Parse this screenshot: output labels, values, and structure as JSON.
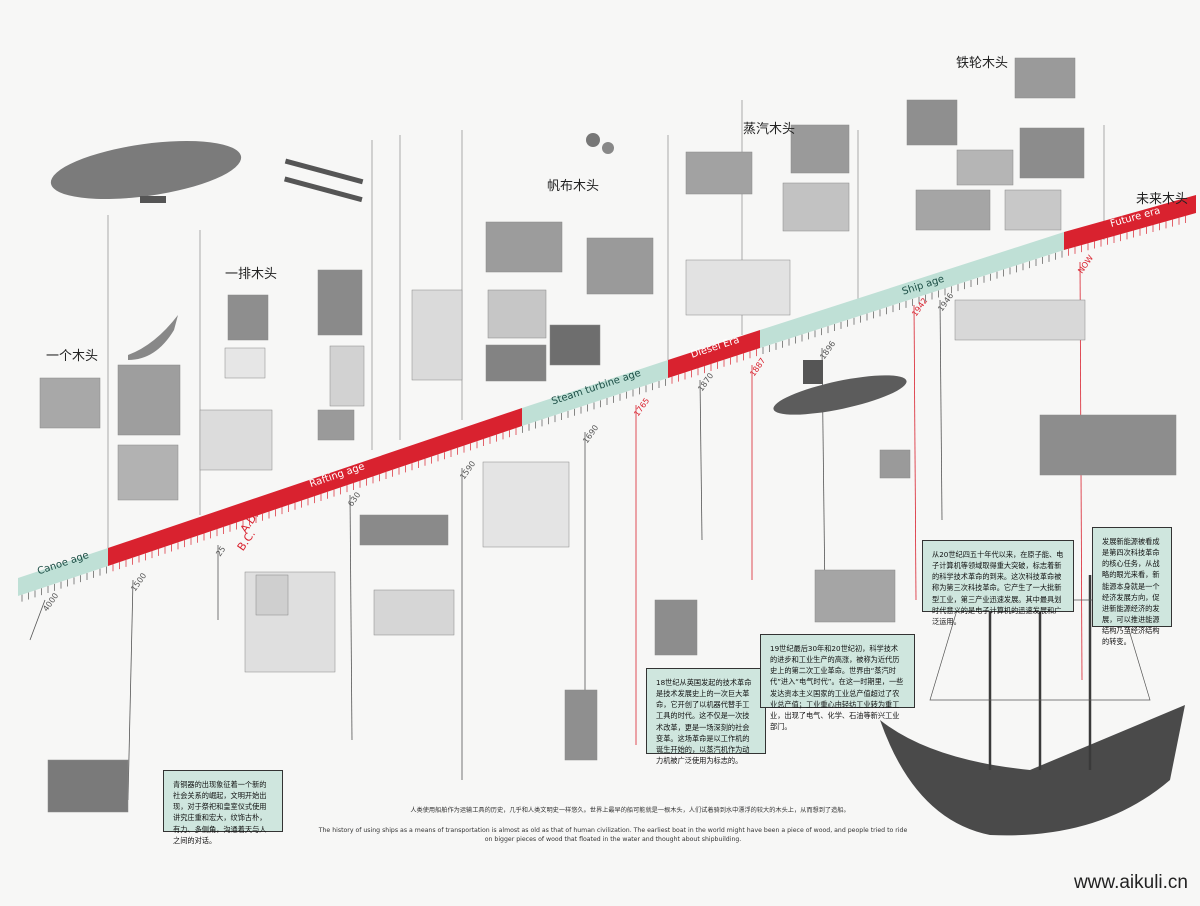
{
  "eras": [
    {
      "name": "Canoe age",
      "color": "#bfe0d6"
    },
    {
      "name": "Rafting age",
      "color": "#d9222f"
    },
    {
      "name": "Steam turbine age",
      "color": "#bfe0d6"
    },
    {
      "name": "Diesel Era",
      "color": "#d9222f"
    },
    {
      "name": "Ship age",
      "color": "#bfe0d6"
    },
    {
      "name": "Future era",
      "color": "#d9222f"
    }
  ],
  "markers": [
    {
      "label": "4000"
    },
    {
      "label": "1500"
    },
    {
      "label": "A.D."
    },
    {
      "label": "B.C."
    },
    {
      "label": "25"
    },
    {
      "label": "630"
    },
    {
      "label": "1590"
    },
    {
      "label": "1690"
    },
    {
      "label": "1765"
    },
    {
      "label": "1870"
    },
    {
      "label": "1887"
    },
    {
      "label": "1896"
    },
    {
      "label": "1942"
    },
    {
      "label": "1946"
    },
    {
      "label": "NOW"
    }
  ],
  "section_titles": [
    {
      "text": "一个木头"
    },
    {
      "text": "一排木头"
    },
    {
      "text": "帆布木头"
    },
    {
      "text": "蒸汽木头"
    },
    {
      "text": "铁轮木头"
    },
    {
      "text": "未来木头"
    }
  ],
  "boxes": [
    {
      "text": "青铜器的出现象征着一个新的社会关系的崛起，文明开始出现，对于祭祀和皇室仪式使用讲究庄重和宏大，纹饰古朴，有力、多侧角，沟通着天与人之间的对话。"
    },
    {
      "text": "18世纪从英国发起的技术革命是技术发展史上的一次巨大革命，它开创了以机器代替手工工具的时代。这不仅是一次技术改革，更是一场深刻的社会变革。这场革命是以工作机的诞生开始的，以蒸汽机作为动力机被广泛使用为标志的。"
    },
    {
      "text": "19世纪最后30年和20世纪初，科学技术的进步和工业生产的高涨，被称为近代历史上的第二次工业革命。世界由“蒸汽时代”进入“电气时代”。在这一时期里，一些发达资本主义国家的工业总产值超过了农业总产值；工业重心由轻纺工业转为重工业，出现了电气、化学、石油等新兴工业部门。"
    },
    {
      "text": "从20世纪四五十年代以来，在原子能、电子计算机等领域取得重大突破，标志着新的科学技术革命的到来。这次科技革命被称为第三次科技革命。它产生了一大批新型工业，第三产业迅速发展。其中最具划时代意义的是电子计算机的迅速发展和广泛运用。"
    },
    {
      "text": "发展新能源被看成是第四次科技革命的核心任务，从战略的眼光来看，新能源本身就是一个经济发展方向，促进新能源经济的发展，可以推进能源结构乃至经济结构的转变。"
    }
  ],
  "footer": {
    "cn": "人类使用船舶作为运输工具的历史，几乎和人类文明史一样悠久。世界上最早的船可能就是一根木头，人们试着骑到水中漂浮的较大的木头上，从而想到了造船。",
    "en": "The history of using ships as a means of transportation is almost as old as that of human civilization. The earliest boat in the world might have been a piece of wood, and people tried to ride on bigger pieces of wood that floated in the water and thought about shipbuilding."
  },
  "watermark": "www.aikuli.cn"
}
